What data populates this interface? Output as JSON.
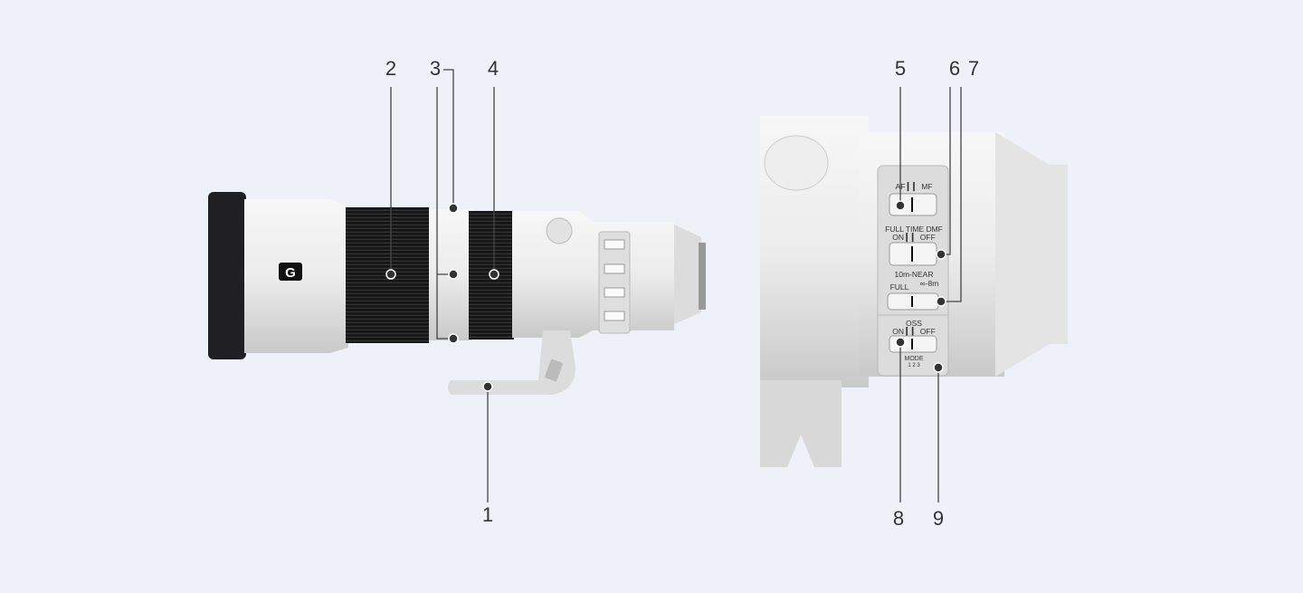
{
  "callouts": [
    "1",
    "2",
    "3",
    "4",
    "5",
    "6",
    "7",
    "8",
    "9"
  ],
  "lens_badge": "G",
  "switch_panel": {
    "af_mf": "AF ▎▎ MF",
    "full_time_dmf": "FULL TIME DMF",
    "dmf_on_off": "ON ▎▎ OFF",
    "focus_range": "10m-NEAR",
    "focus_full": "FULL",
    "focus_inf": "∞-8m",
    "oss": "OSS",
    "oss_on_off": "ON ▎▎ OFF",
    "mode": "MODE",
    "mode_values": "1 2 3"
  },
  "colors": {
    "background": "#eef2f8",
    "lens_body": "#e8e8e8",
    "rubber": "#1c1c1c",
    "callout": "#444444"
  }
}
